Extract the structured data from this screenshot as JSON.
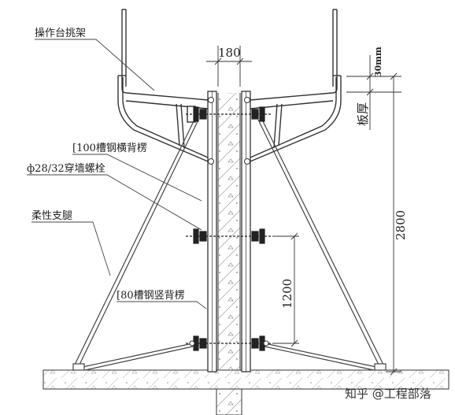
{
  "labels": {
    "operation_platform": "操作台挑架",
    "horizontal_channel": "[100槽钢横背楞",
    "tie_bolt": "ф28/32穿墙螺栓",
    "flexible_leg": "柔性支腿",
    "vertical_channel": "[80槽钢竖背楞"
  },
  "dimensions": {
    "wall_thickness": "180",
    "top_offset": "30mm",
    "slab_thickness": "板厚",
    "total_height": "2800",
    "bolt_spacing": "1200"
  },
  "watermark": "知乎 @工程部落",
  "colors": {
    "line": "#333333",
    "concrete_hatch": "#777777",
    "ground": "#f0f0f0"
  }
}
